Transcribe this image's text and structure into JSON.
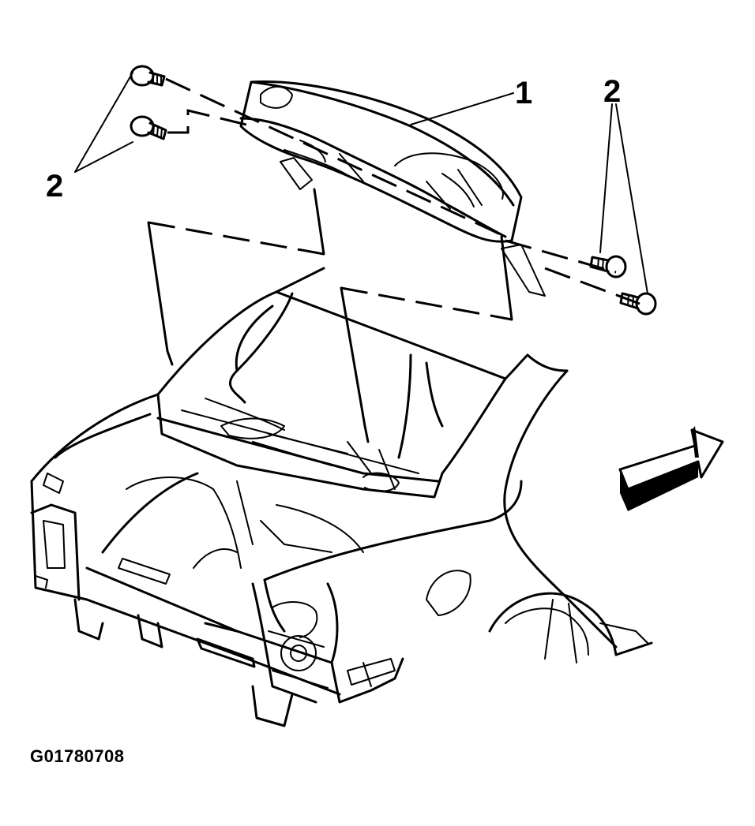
{
  "diagram": {
    "callouts": [
      {
        "id": "panel",
        "label": "1"
      },
      {
        "id": "bolts-left",
        "label": "2"
      },
      {
        "id": "bolts-right",
        "label": "2"
      }
    ],
    "figure_id": "G01780708"
  }
}
